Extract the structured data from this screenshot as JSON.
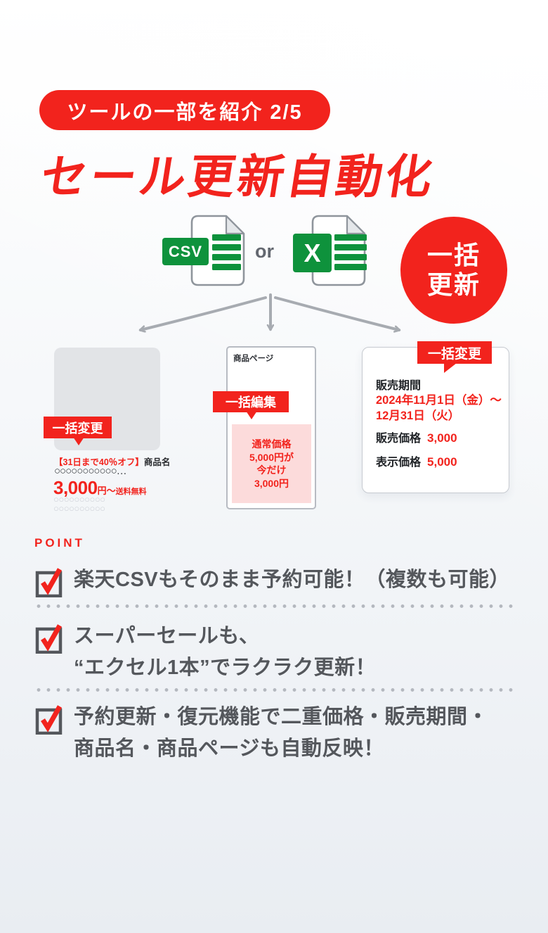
{
  "colors": {
    "accent_red": "#f2231d",
    "excel_green": "#0e923c",
    "pink_bg": "#fcdbdb",
    "text_dark": "#3d4045",
    "point_text": "#54575c",
    "gray_arrow": "#a7abb1",
    "placeholder_gray": "#ced2d8"
  },
  "header": {
    "badge_label": "ツールの一部を紹介 2/5",
    "title": "セール更新自動化"
  },
  "files": {
    "csv_label": "CSV",
    "or_label": "or",
    "excel_label": "X"
  },
  "bulk_badge": {
    "line1": "一括",
    "line2": "更新"
  },
  "product_card": {
    "badge": "一括変更",
    "name_highlight": "【31日まで40％オフ】",
    "name": "商品名",
    "name_placeholder": "○○○○○○○○○○○…",
    "price": "3,000",
    "price_unit": "円〜",
    "price_note": "送料無料",
    "desc_placeholder_1": "○○○○○○○○○○",
    "desc_placeholder_2": "○○○○○○○○○○"
  },
  "page_card": {
    "title": "商品ページ",
    "badge": "一括編集",
    "promo_line_1": "通常価格",
    "promo_line_2": "5,000円が",
    "promo_line_3": "今だけ",
    "promo_line_4": "3,000円"
  },
  "detail_card": {
    "badge": "一括変更",
    "period_label": "販売期間",
    "period_line_1": "2024年11月1日（金）〜",
    "period_line_2": "12月31日（火）",
    "sale_price_label": "販売価格",
    "sale_price_value": "3,000",
    "display_price_label": "表示価格",
    "display_price_value": "5,000"
  },
  "points": {
    "heading": "POINT",
    "items": [
      {
        "line1": "楽天CSVもそのまま予約可能！（複数も可能）",
        "line2": ""
      },
      {
        "line1": "スーパーセールも、",
        "line2": "“エクセル1本”でラクラク更新！"
      },
      {
        "line1": "予約更新・復元機能で二重価格・販売期間・",
        "line2": "商品名・商品ページも自動反映！"
      }
    ]
  }
}
